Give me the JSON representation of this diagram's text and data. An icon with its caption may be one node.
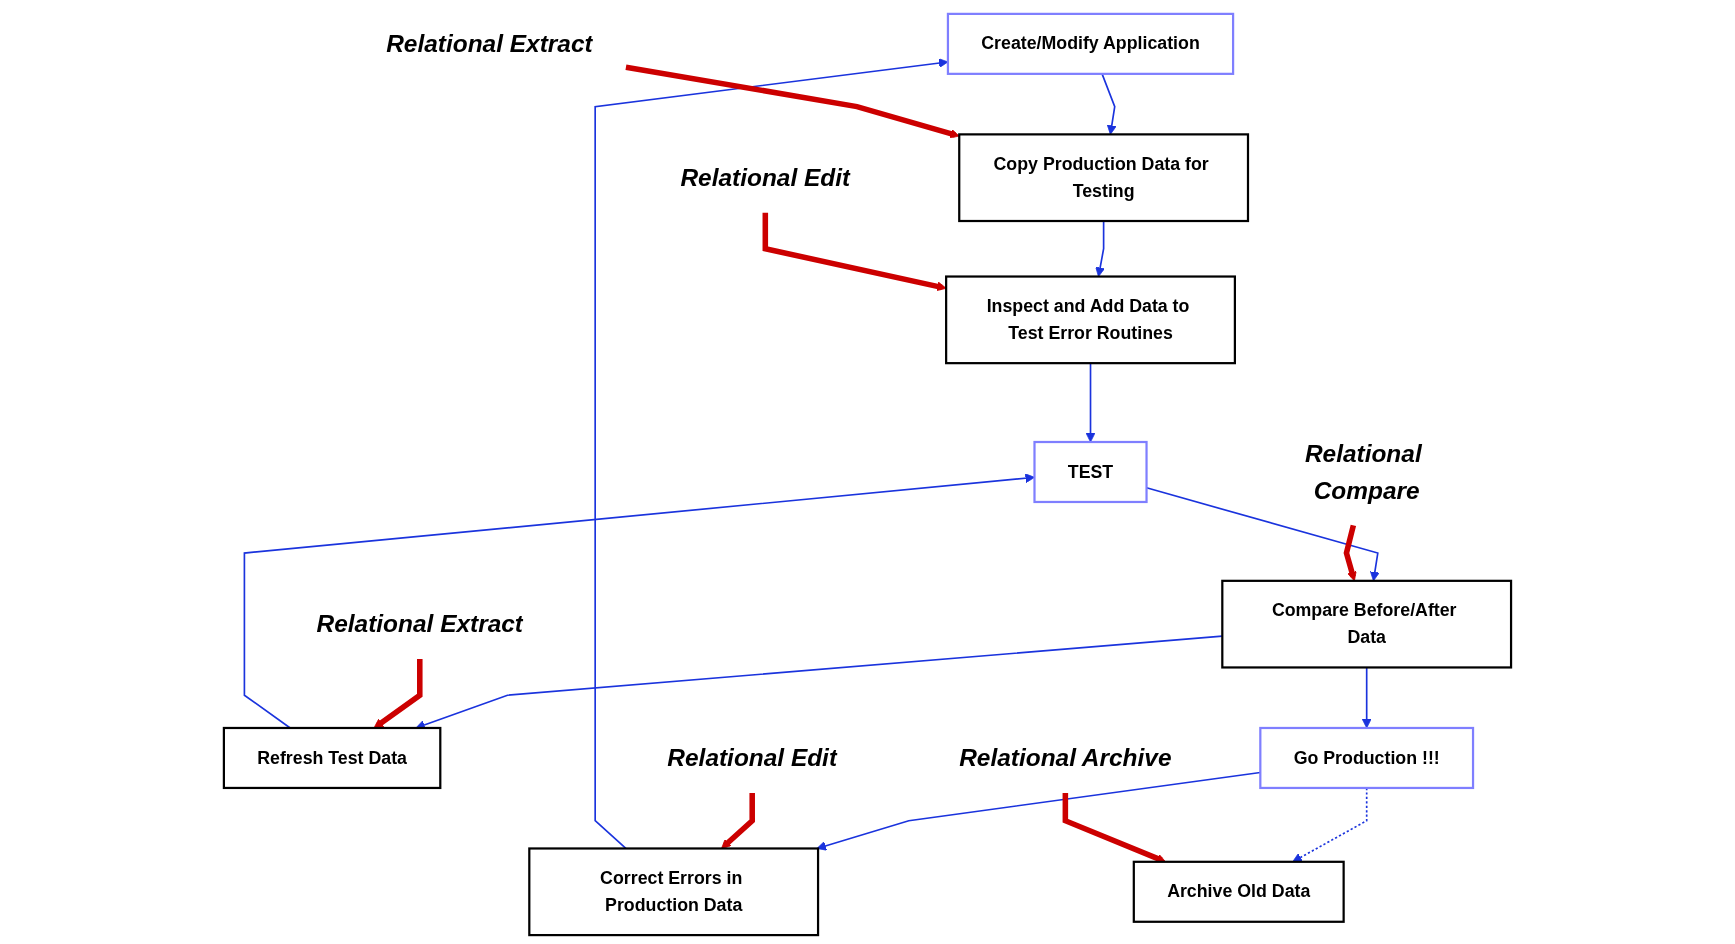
{
  "diagram": {
    "nodes": [
      {
        "text": [
          "Create/Modify Application"
        ]
      },
      {
        "text": [
          "Copy Production Data for Testing"
        ]
      },
      {
        "text": [
          "Inspect and Add Data to Test Error Routines"
        ]
      },
      {
        "text": [
          "TEST"
        ]
      },
      {
        "text": [
          "Refresh Test Data"
        ]
      },
      {
        "text": [
          "Compare Before/After Data"
        ]
      },
      {
        "text": [
          "Go Production !!!"
        ]
      },
      {
        "text": [
          "Correct Errors in Production Data"
        ]
      },
      {
        "text": [
          "Archive Old Data"
        ]
      },
      {
        "text": [
          "Relational Edit"
        ]
      },
      {
        "text": [
          "Relational Extract"
        ]
      },
      {
        "text": [
          "Relational Edit"
        ]
      },
      {
        "text": [
          "Relational Archive"
        ]
      },
      {
        "text": [
          "Relational Extract"
        ]
      },
      {
        "text": [
          "Relational Compare"
        ]
      }
    ],
    "edges": [
      {
        "from": 0,
        "to": 1,
        "arrow": "to"
      },
      {
        "from": 1,
        "to": 2,
        "arrow": "to"
      },
      {
        "from": 2,
        "to": 3,
        "arrow": "to"
      },
      {
        "from": 3,
        "to": 5,
        "arrow": "to"
      },
      {
        "from": 5,
        "to": 4,
        "arrow": "to"
      },
      {
        "from": 4,
        "to": 3,
        "arrow": "to"
      },
      {
        "from": 5,
        "to": 6,
        "arrow": "to"
      },
      {
        "from": 6,
        "to": 7,
        "arrow": "to"
      },
      {
        "from": 6,
        "to": 8,
        "arrow": "to",
        "style": "dashed"
      },
      {
        "from": 7,
        "to": 0,
        "arrow": "to"
      },
      {
        "from": 10,
        "to": 1,
        "arrow": "to",
        "style": "thick",
        "color": "#cc0000"
      },
      {
        "from": 11,
        "to": 2,
        "arrow": "to",
        "style": "thick",
        "color": "#cc0000"
      },
      {
        "from": 9,
        "to": 7,
        "arrow": "to",
        "style": "thick",
        "color": "#cc0000"
      },
      {
        "from": 12,
        "to": 8,
        "arrow": "to",
        "style": "thick",
        "color": "#cc0000"
      },
      {
        "from": 13,
        "to": 4,
        "arrow": "to",
        "style": "thick",
        "color": "#cc0000"
      },
      {
        "from": 14,
        "to": 5,
        "arrow": "to",
        "style": "thick",
        "color": "#cc0000"
      }
    ]
  }
}
